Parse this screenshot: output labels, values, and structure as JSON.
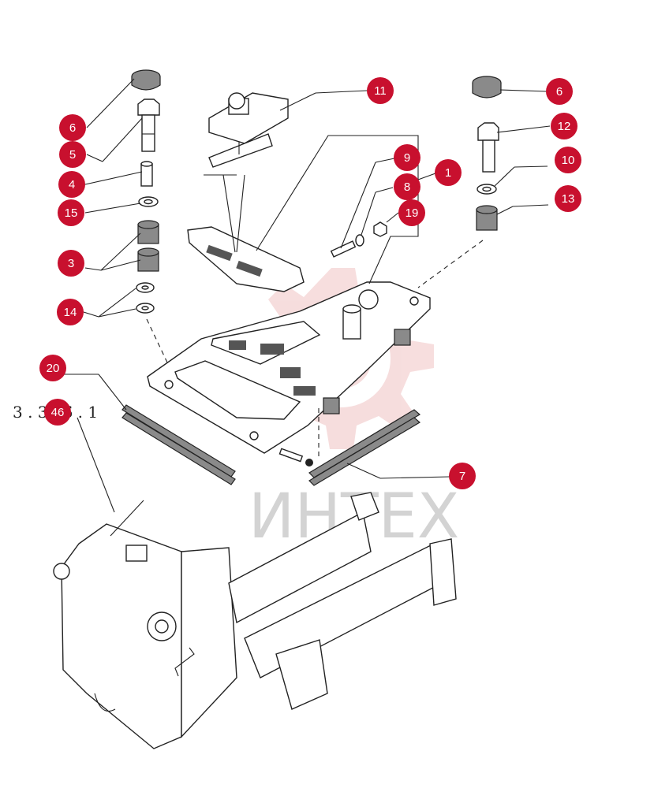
{
  "watermark": {
    "text": "ИНТЕХ",
    "color": "#f2b6b6"
  },
  "callout_color": "#c8102e",
  "reference": {
    "text": "3 . 3 46 . 1",
    "callout": "46"
  },
  "callouts": [
    {
      "id": "6a",
      "label": "6"
    },
    {
      "id": "5",
      "label": "5"
    },
    {
      "id": "4",
      "label": "4"
    },
    {
      "id": "15",
      "label": "15"
    },
    {
      "id": "3",
      "label": "3"
    },
    {
      "id": "14",
      "label": "14"
    },
    {
      "id": "11",
      "label": "11"
    },
    {
      "id": "9",
      "label": "9"
    },
    {
      "id": "1",
      "label": "1"
    },
    {
      "id": "8",
      "label": "8"
    },
    {
      "id": "19",
      "label": "19"
    },
    {
      "id": "6b",
      "label": "6"
    },
    {
      "id": "12",
      "label": "12"
    },
    {
      "id": "10",
      "label": "10"
    },
    {
      "id": "13",
      "label": "13"
    },
    {
      "id": "20",
      "label": "20"
    },
    {
      "id": "7",
      "label": "7"
    }
  ]
}
